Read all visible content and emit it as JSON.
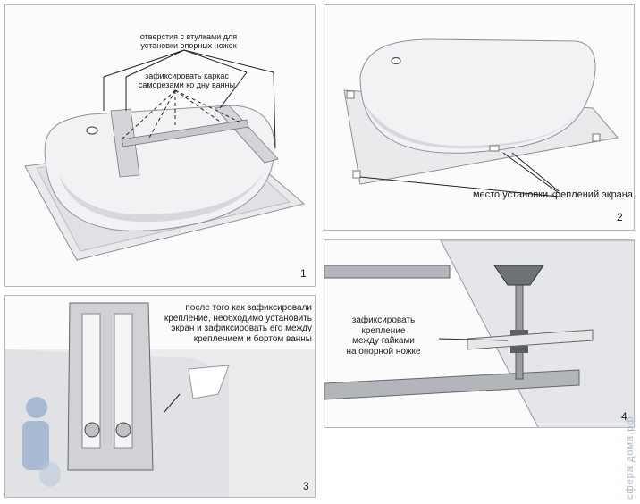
{
  "panel1": {
    "label_bushings": "отверстия с втулками для\nустановки опорных ножек",
    "label_frame": "зафиксировать каркас\nсаморезами ко дну ванны",
    "number": "1"
  },
  "panel2": {
    "label_mount": "место установки креплений экрана",
    "number": "2"
  },
  "panel3": {
    "label_instruction": "после того как зафиксировали\nкрепление, необходимо установить\nэкран и зафиксировать его между\nкреплением и бортом ванны",
    "number": "3"
  },
  "panel4": {
    "label_fix": "зафиксировать\nкрепление\nмежду гайками\nна опорной ножке",
    "number": "4"
  },
  "watermark": "сфера дома.рф",
  "colors": {
    "panel_border": "#b8b8b8",
    "tub_white": "#f2f3f4",
    "tub_shade": "#c9ccd0",
    "metal": "#9a9ea3",
    "mascot_blue": "#7a9bc4"
  }
}
